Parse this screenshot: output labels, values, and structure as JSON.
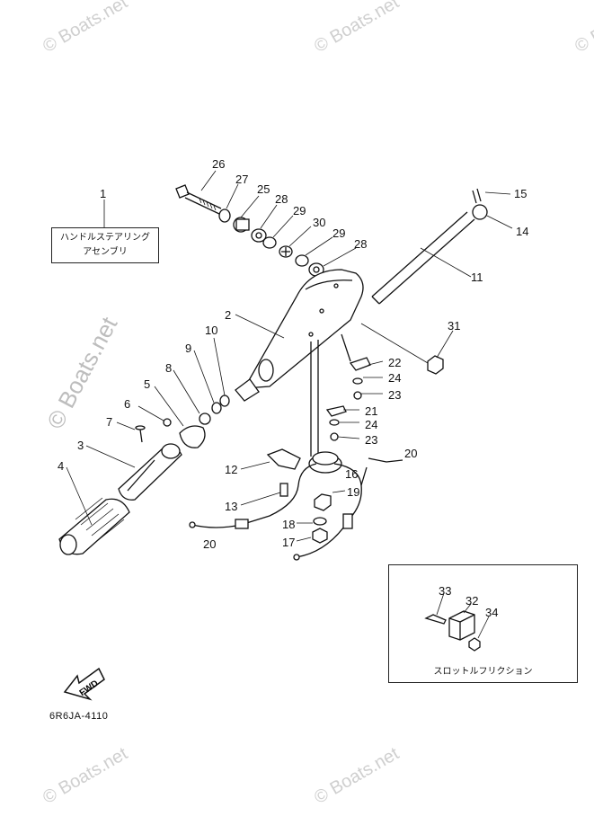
{
  "watermarks": [
    "© Boats.net",
    "© Boats.net",
    "© Boats.net",
    "© Boats.net",
    "© Boats.net",
    "© Boats.net"
  ],
  "assembly_label": {
    "number": "1",
    "line1": "ハンドルステアリング",
    "line2": "アセンブリ"
  },
  "inset_label": "スロットルフリクション",
  "diagram_code": "6R6JA-4110",
  "fwd_label": "FWD",
  "callouts": [
    "26",
    "27",
    "25",
    "28",
    "29",
    "30",
    "29",
    "28",
    "15",
    "14",
    "11",
    "2",
    "10",
    "9",
    "8",
    "6",
    "5",
    "7",
    "3",
    "4",
    "31",
    "22",
    "24",
    "23",
    "21",
    "24",
    "23",
    "20",
    "12",
    "16",
    "19",
    "13",
    "18",
    "17",
    "20",
    "33",
    "32",
    "34"
  ]
}
